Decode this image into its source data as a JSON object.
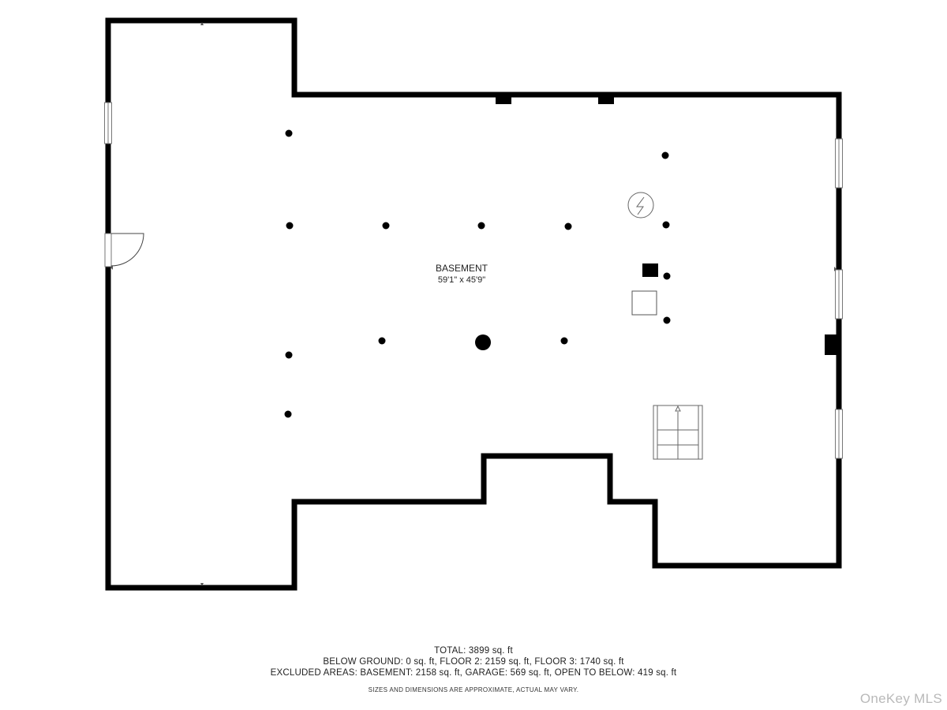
{
  "room": {
    "name": "BASEMENT",
    "dimensions": "59'1\" x 45'9\""
  },
  "summary": {
    "total": "TOTAL: 3899 sq. ft",
    "below_ground": "BELOW GROUND: 0 sq. ft, FLOOR 2: 2159 sq. ft, FLOOR 3: 1740 sq. ft",
    "excluded": "EXCLUDED AREAS: BASEMENT: 2158 sq. ft, GARAGE: 569 sq. ft, OPEN TO BELOW: 419 sq. ft"
  },
  "disclaimer": "SIZES AND DIMENSIONS ARE APPROXIMATE, ACTUAL MAY VARY.",
  "watermark": "OneKey MLS",
  "colors": {
    "wall": "#000000",
    "background": "#ffffff",
    "watermark": "#b9b9b9"
  },
  "icons": [
    "electrical-panel-icon",
    "stairs-icon",
    "door-icon",
    "window-icon"
  ]
}
